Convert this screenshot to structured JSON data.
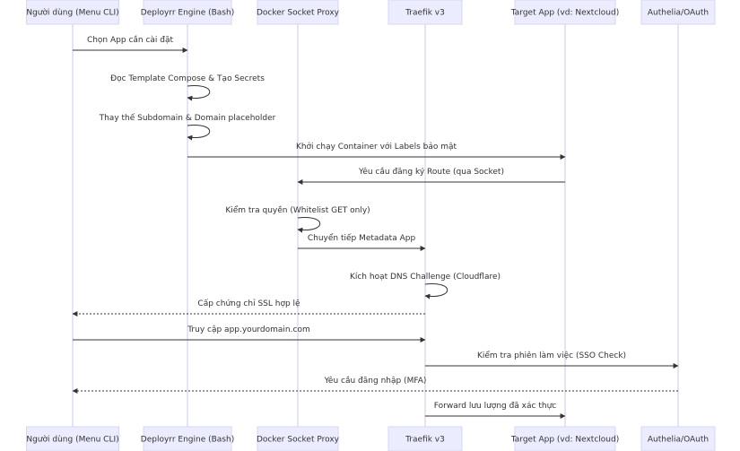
{
  "participants": [
    {
      "name": "Người dùng (Menu CLI)"
    },
    {
      "name": "Deployrr Engine (Bash)"
    },
    {
      "name": "Docker Socket Proxy"
    },
    {
      "name": "Traefik v3"
    },
    {
      "name": "Target App (vd: Nextcloud)"
    },
    {
      "name": "Authelia/OAuth"
    }
  ],
  "messages": [
    {
      "from": 0,
      "to": 1,
      "text": "Chọn App cần cài đặt",
      "style": "solid"
    },
    {
      "from": 1,
      "to": 1,
      "text": "Đọc Template Compose & Tạo Secrets",
      "style": "solid"
    },
    {
      "from": 1,
      "to": 1,
      "text": "Thay thế Subdomain & Domain placeholder",
      "style": "solid"
    },
    {
      "from": 1,
      "to": 4,
      "text": "Khởi chạy Container với Labels bảo mật",
      "style": "solid"
    },
    {
      "from": 4,
      "to": 2,
      "text": "Yêu cầu đăng ký Route (qua Socket)",
      "style": "solid"
    },
    {
      "from": 2,
      "to": 2,
      "text": "Kiểm tra quyền (Whitelist GET only)",
      "style": "solid"
    },
    {
      "from": 2,
      "to": 3,
      "text": "Chuyển tiếp Metadata App",
      "style": "solid"
    },
    {
      "from": 3,
      "to": 3,
      "text": "Kích hoạt DNS Challenge (Cloudflare)",
      "style": "solid"
    },
    {
      "from": 3,
      "to": 0,
      "text": "Cấp chứng chỉ SSL hợp lệ",
      "style": "dotted"
    },
    {
      "from": 0,
      "to": 3,
      "text": "Truy cập app.yourdomain.com",
      "style": "solid"
    },
    {
      "from": 3,
      "to": 5,
      "text": "Kiểm tra phiên làm việc (SSO Check)",
      "style": "solid"
    },
    {
      "from": 5,
      "to": 0,
      "text": "Yêu cầu đăng nhập (MFA)",
      "style": "dotted"
    },
    {
      "from": 3,
      "to": 4,
      "text": "Forward lưu lượng đã xác thực",
      "style": "solid"
    }
  ],
  "colors": {
    "actor_fill": "#ececff",
    "actor_border": "#d6d6f5",
    "lifeline": "#c8c8ee",
    "line": "#333333",
    "text": "#333333"
  }
}
